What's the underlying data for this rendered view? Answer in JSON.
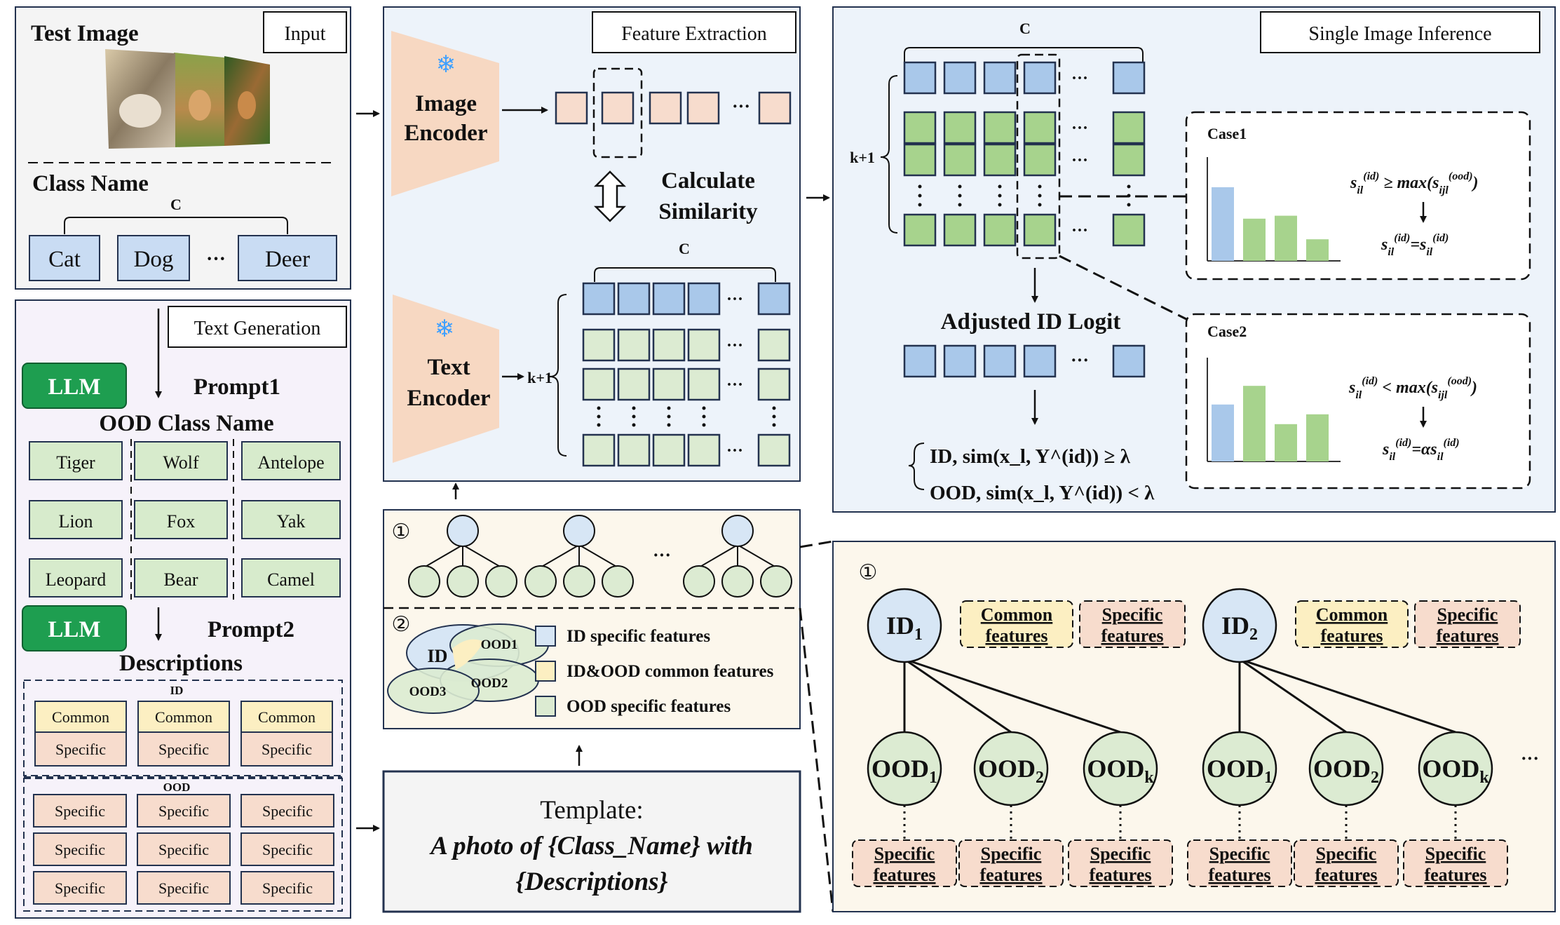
{
  "input_panel": {
    "test_image_title": "Test Image",
    "tag": "Input",
    "class_name_title": "Class Name",
    "c_label": "C",
    "classes": [
      "Cat",
      "Dog",
      "Deer"
    ],
    "ellipsis": "···"
  },
  "text_gen_panel": {
    "tag": "Text Generation",
    "llm_label": "LLM",
    "prompt1": "Prompt1",
    "ood_class_title": "OOD Class Name",
    "ood_classes": [
      "Tiger",
      "Wolf",
      "Antelope",
      "Lion",
      "Fox",
      "Yak",
      "Leopard",
      "Bear",
      "Camel"
    ],
    "prompt2": "Prompt2",
    "descriptions_title": "Descriptions",
    "id_label": "ID",
    "common_label": "Common",
    "specific_label": "Specific",
    "ood_label": "OOD"
  },
  "feature_panel": {
    "tag": "Feature Extraction",
    "image_encoder": [
      "Image",
      "Encoder"
    ],
    "text_encoder": [
      "Text",
      "Encoder"
    ],
    "calc_similarity": [
      "Calculate",
      "Similarity"
    ],
    "c_label": "C",
    "k_label": "k+1",
    "ellipsis": "···"
  },
  "tree_panel": {
    "marker1": "①",
    "marker2": "②",
    "venn_labels": [
      "ID",
      "OOD1",
      "OOD2",
      "OOD3"
    ],
    "legend": [
      "ID specific features",
      "ID&OOD common features",
      "OOD specific features"
    ]
  },
  "template_panel": {
    "title": "Template:",
    "lines": [
      "A photo of {Class_Name} with",
      "{Descriptions}"
    ]
  },
  "inference_panel": {
    "tag": "Single Image Inference",
    "c_label": "C",
    "k_label": "k+1",
    "case1": "Case1",
    "case2": "Case2",
    "adjusted_logit": "Adjusted ID Logit",
    "decision_id": "ID, sim(x_l, Y^(id)) ≥ λ",
    "decision_ood": "OOD, sim(x_l, Y^(id)) < λ",
    "case1_values": [
      0.75,
      0.43,
      0.46,
      0.22
    ],
    "case2_values": [
      0.58,
      0.77,
      0.38,
      0.48
    ]
  },
  "hierarchy_panel": {
    "marker": "①",
    "id_nodes": [
      "ID1",
      "ID2"
    ],
    "ood_nodes": [
      "OOD1",
      "OOD2",
      "OODk"
    ],
    "common_features": [
      "Common",
      "features"
    ],
    "specific_features": [
      "Specific",
      "features"
    ],
    "ellipsis": "···"
  },
  "colors": {
    "blue_cell": "#a9c8ea",
    "green_cell": "#a7d38d",
    "peach_cell": "#f7dccd",
    "llm_green": "#1e9e50",
    "panel_blue": "#edf3fa",
    "panel_lavender": "#f6f2fa",
    "panel_cream": "#fcf7ec"
  }
}
